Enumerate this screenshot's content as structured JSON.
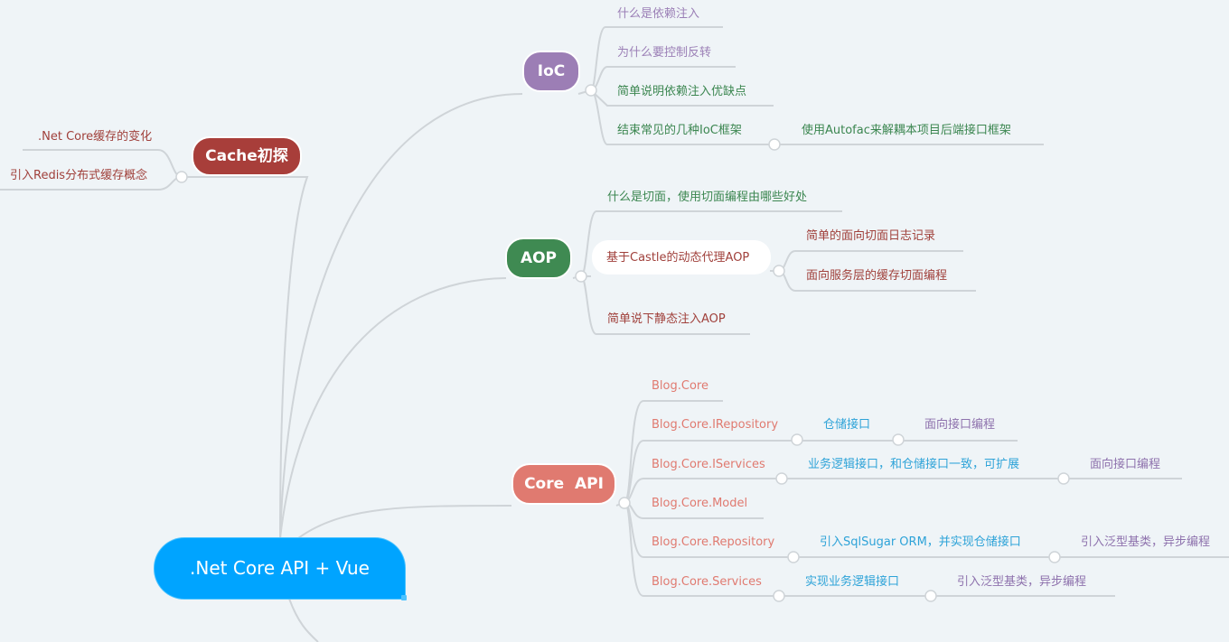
{
  "root": {
    "label": ".Net Core API + Vue"
  },
  "branches": {
    "cache": {
      "label": "Cache初探",
      "color": "#a83e3a",
      "items": [
        ".Net Core缓存的变化",
        "引入Redis分布式缓存概念"
      ]
    },
    "ioc": {
      "label": "IoC",
      "color": "#9c7eb5",
      "items": [
        "什么是依赖注入",
        "为什么要控制反转",
        "简单说明依赖注入优缺点",
        "结束常见的几种IoC框架"
      ],
      "sub": "使用Autofac来解耦本项目后端接口框架"
    },
    "aop": {
      "label": "AOP",
      "color": "#3f8a52",
      "items": [
        "什么是切面，使用切面编程由哪些好处",
        "基于Castle的动态代理AOP",
        "简单说下静态注入AOP"
      ],
      "sub": [
        "简单的面向切面日志记录",
        "面向服务层的缓存切面编程"
      ]
    },
    "coreapi": {
      "label": "Core  API",
      "color": "#e07a70",
      "items": [
        "Blog.Core",
        "Blog.Core.IRepository",
        "Blog.Core.IServices",
        "Blog.Core.Model",
        "Blog.Core.Repository",
        "Blog.Core.Services"
      ],
      "irepo_sub": [
        "仓储接口",
        "面向接口编程"
      ],
      "iserv_sub": [
        "业务逻辑接口，和仓储接口一致，可扩展",
        "面向接口编程"
      ],
      "repo_sub": [
        "引入SqlSugar ORM，并实现仓储接口",
        "引入泛型基类，异步编程"
      ],
      "serv_sub": [
        "实现业务逻辑接口",
        "引入泛型基类，异步编程"
      ]
    }
  },
  "colors": {
    "line": "#cfd4d8",
    "ioc_text": "#9b7fb6",
    "ioc_green_text": "#3b8650",
    "aop_text": "#3b8650",
    "aop_red_text": "#a0403b",
    "cache_text": "#a0403b",
    "api_text": "#e07a70",
    "api_blue_text": "#2ea3d8",
    "api_purple_text": "#8e72ad"
  }
}
